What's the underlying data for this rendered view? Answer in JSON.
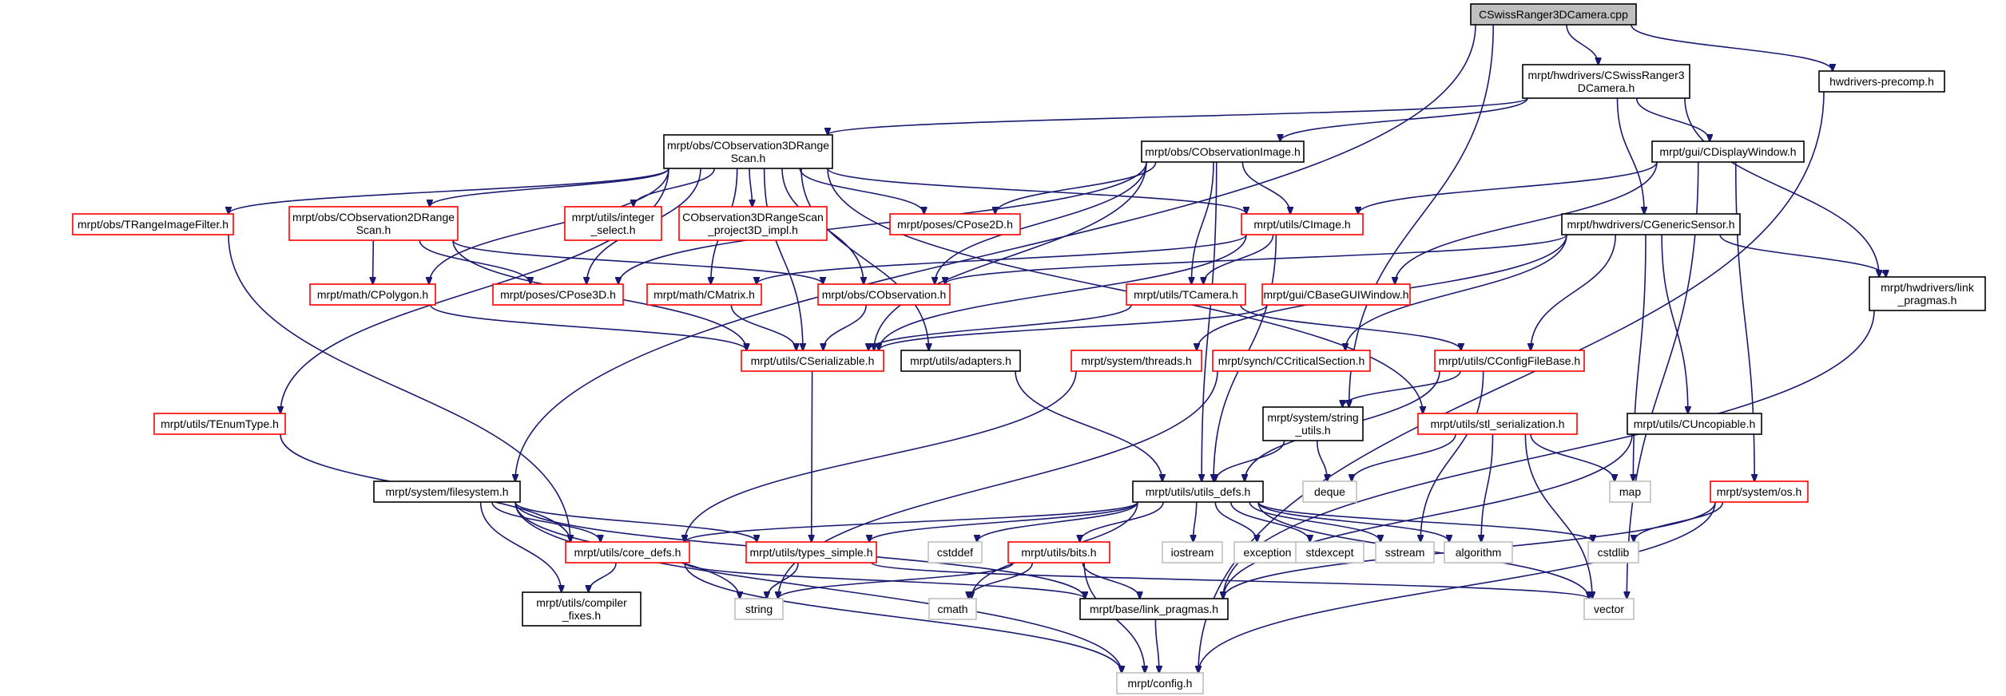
{
  "title": "CSwissRanger3DCamera.cpp",
  "colors": {
    "root_fill": "#bfbfbf",
    "documented_border": "#000000",
    "undocumented_border": "#ff0000",
    "external_border": "#bfbfbf",
    "edge": "#191970"
  },
  "nodes": {
    "root": {
      "lines": [
        "CSwissRanger3DCamera.cpp"
      ],
      "kind": "root"
    },
    "swissranger_h": {
      "lines": [
        "mrpt/hwdrivers/CSwissRanger3",
        "DCamera.h"
      ],
      "kind": "doc"
    },
    "hwdrivers_precomp": {
      "lines": [
        "hwdrivers-precomp.h"
      ],
      "kind": "doc"
    },
    "obs3d": {
      "lines": [
        "mrpt/obs/CObservation3DRange",
        "Scan.h"
      ],
      "kind": "doc"
    },
    "obsimage": {
      "lines": [
        "mrpt/obs/CObservationImage.h"
      ],
      "kind": "doc"
    },
    "displaywindow": {
      "lines": [
        "mrpt/gui/CDisplayWindow.h"
      ],
      "kind": "doc"
    },
    "genericsensor": {
      "lines": [
        "mrpt/hwdrivers/CGenericSensor.h"
      ],
      "kind": "doc"
    },
    "hw_linkpragmas": {
      "lines": [
        "mrpt/hwdrivers/link",
        "_pragmas.h"
      ],
      "kind": "doc"
    },
    "trangeimage": {
      "lines": [
        "mrpt/obs/TRangeImageFilter.h"
      ],
      "kind": "red"
    },
    "obs2d": {
      "lines": [
        "mrpt/obs/CObservation2DRange",
        "Scan.h"
      ],
      "kind": "red"
    },
    "integerselect": {
      "lines": [
        "mrpt/utils/integer",
        "_select.h"
      ],
      "kind": "red"
    },
    "project3d": {
      "lines": [
        "CObservation3DRangeScan",
        "_project3D_impl.h"
      ],
      "kind": "red"
    },
    "cpose2d": {
      "lines": [
        "mrpt/poses/CPose2D.h"
      ],
      "kind": "red"
    },
    "cimage": {
      "lines": [
        "mrpt/utils/CImage.h"
      ],
      "kind": "red"
    },
    "cpolygon": {
      "lines": [
        "mrpt/math/CPolygon.h"
      ],
      "kind": "red"
    },
    "cpose3d": {
      "lines": [
        "mrpt/poses/CPose3D.h"
      ],
      "kind": "red"
    },
    "cmatrix": {
      "lines": [
        "mrpt/math/CMatrix.h"
      ],
      "kind": "red"
    },
    "cobservation": {
      "lines": [
        "mrpt/obs/CObservation.h"
      ],
      "kind": "red"
    },
    "tcamera": {
      "lines": [
        "mrpt/utils/TCamera.h"
      ],
      "kind": "red"
    },
    "cbaseguiwindow": {
      "lines": [
        "mrpt/gui/CBaseGUIWindow.h"
      ],
      "kind": "red"
    },
    "cserializable": {
      "lines": [
        "mrpt/utils/CSerializable.h"
      ],
      "kind": "red"
    },
    "adapters": {
      "lines": [
        "mrpt/utils/adapters.h"
      ],
      "kind": "doc"
    },
    "threads": {
      "lines": [
        "mrpt/system/threads.h"
      ],
      "kind": "red"
    },
    "criticalsection": {
      "lines": [
        "mrpt/synch/CCriticalSection.h"
      ],
      "kind": "red"
    },
    "configfilebase": {
      "lines": [
        "mrpt/utils/CConfigFileBase.h"
      ],
      "kind": "red"
    },
    "tenumtype": {
      "lines": [
        "mrpt/utils/TEnumType.h"
      ],
      "kind": "red"
    },
    "string_utils": {
      "lines": [
        "mrpt/system/string",
        "_utils.h"
      ],
      "kind": "doc"
    },
    "stl_serialization": {
      "lines": [
        "mrpt/utils/stl_serialization.h"
      ],
      "kind": "red"
    },
    "cuncopiable": {
      "lines": [
        "mrpt/utils/CUncopiable.h"
      ],
      "kind": "doc"
    },
    "filesystem": {
      "lines": [
        "mrpt/system/filesystem.h"
      ],
      "kind": "doc"
    },
    "utils_defs": {
      "lines": [
        "mrpt/utils/utils_defs.h"
      ],
      "kind": "doc"
    },
    "deque": {
      "lines": [
        "deque"
      ],
      "kind": "ext"
    },
    "map": {
      "lines": [
        "map"
      ],
      "kind": "ext"
    },
    "os": {
      "lines": [
        "mrpt/system/os.h"
      ],
      "kind": "red"
    },
    "core_defs": {
      "lines": [
        "mrpt/utils/core_defs.h"
      ],
      "kind": "red"
    },
    "types_simple": {
      "lines": [
        "mrpt/utils/types_simple.h"
      ],
      "kind": "red"
    },
    "cstddef": {
      "lines": [
        "cstddef"
      ],
      "kind": "ext"
    },
    "bits": {
      "lines": [
        "mrpt/utils/bits.h"
      ],
      "kind": "red"
    },
    "iostream": {
      "lines": [
        "iostream"
      ],
      "kind": "ext"
    },
    "exception": {
      "lines": [
        "exception"
      ],
      "kind": "ext"
    },
    "stdexcept": {
      "lines": [
        "stdexcept"
      ],
      "kind": "ext"
    },
    "sstream": {
      "lines": [
        "sstream"
      ],
      "kind": "ext"
    },
    "algorithm": {
      "lines": [
        "algorithm"
      ],
      "kind": "ext"
    },
    "cstdlib": {
      "lines": [
        "cstdlib"
      ],
      "kind": "ext"
    },
    "compiler_fixes": {
      "lines": [
        "mrpt/utils/compiler",
        "_fixes.h"
      ],
      "kind": "doc"
    },
    "string": {
      "lines": [
        "string"
      ],
      "kind": "ext"
    },
    "cmath": {
      "lines": [
        "cmath"
      ],
      "kind": "ext"
    },
    "base_linkpragmas": {
      "lines": [
        "mrpt/base/link_pragmas.h"
      ],
      "kind": "doc"
    },
    "vector": {
      "lines": [
        "vector"
      ],
      "kind": "ext"
    },
    "config": {
      "lines": [
        "mrpt/config.h"
      ],
      "kind": "ext"
    }
  },
  "edges": [
    [
      "root",
      "swissranger_h"
    ],
    [
      "root",
      "hwdrivers_precomp"
    ],
    [
      "root",
      "filesystem"
    ],
    [
      "root",
      "string_utils"
    ],
    [
      "swissranger_h",
      "obs3d"
    ],
    [
      "swissranger_h",
      "obsimage"
    ],
    [
      "swissranger_h",
      "displaywindow"
    ],
    [
      "swissranger_h",
      "genericsensor"
    ],
    [
      "swissranger_h",
      "hw_linkpragmas"
    ],
    [
      "hwdrivers_precomp",
      "config"
    ],
    [
      "obs3d",
      "trangeimage"
    ],
    [
      "obs3d",
      "obs2d"
    ],
    [
      "obs3d",
      "integerselect"
    ],
    [
      "obs3d",
      "project3d"
    ],
    [
      "obs3d",
      "cpose2d"
    ],
    [
      "obs3d",
      "cimage"
    ],
    [
      "obs3d",
      "cpolygon"
    ],
    [
      "obs3d",
      "cpose3d"
    ],
    [
      "obs3d",
      "cmatrix"
    ],
    [
      "obs3d",
      "cobservation"
    ],
    [
      "obs3d",
      "cserializable"
    ],
    [
      "obs3d",
      "adapters"
    ],
    [
      "obs3d",
      "stl_serialization"
    ],
    [
      "obs3d",
      "tenumtype"
    ],
    [
      "obsimage",
      "cpose2d"
    ],
    [
      "obsimage",
      "cimage"
    ],
    [
      "obsimage",
      "cpose3d"
    ],
    [
      "obsimage",
      "cobservation"
    ],
    [
      "obsimage",
      "tcamera"
    ],
    [
      "obsimage",
      "cserializable"
    ],
    [
      "obsimage",
      "utils_defs"
    ],
    [
      "displaywindow",
      "cimage"
    ],
    [
      "displaywindow",
      "cbaseguiwindow"
    ],
    [
      "displaywindow",
      "os"
    ],
    [
      "displaywindow",
      "vector"
    ],
    [
      "genericsensor",
      "cobservation"
    ],
    [
      "genericsensor",
      "configfilebase"
    ],
    [
      "genericsensor",
      "threads"
    ],
    [
      "genericsensor",
      "criticalsection"
    ],
    [
      "genericsensor",
      "map"
    ],
    [
      "genericsensor",
      "cuncopiable"
    ],
    [
      "genericsensor",
      "hw_linkpragmas"
    ],
    [
      "hw_linkpragmas",
      "base_linkpragmas"
    ],
    [
      "trangeimage",
      "core_defs"
    ],
    [
      "obs2d",
      "cpolygon"
    ],
    [
      "obs2d",
      "cpose3d"
    ],
    [
      "obs2d",
      "cobservation"
    ],
    [
      "obs2d",
      "cserializable"
    ],
    [
      "cimage",
      "cmatrix"
    ],
    [
      "cimage",
      "tcamera"
    ],
    [
      "cimage",
      "cserializable"
    ],
    [
      "cimage",
      "utils_defs"
    ],
    [
      "cpolygon",
      "cserializable"
    ],
    [
      "cmatrix",
      "cserializable"
    ],
    [
      "cobservation",
      "cserializable"
    ],
    [
      "tcamera",
      "cserializable"
    ],
    [
      "tcamera",
      "configfilebase"
    ],
    [
      "cbaseguiwindow",
      "cserializable"
    ],
    [
      "cserializable",
      "types_simple"
    ],
    [
      "adapters",
      "utils_defs"
    ],
    [
      "threads",
      "core_defs"
    ],
    [
      "criticalsection",
      "string"
    ],
    [
      "configfilebase",
      "string_utils"
    ],
    [
      "configfilebase",
      "utils_defs"
    ],
    [
      "configfilebase",
      "sstream"
    ],
    [
      "tenumtype",
      "core_defs"
    ],
    [
      "string_utils",
      "utils_defs"
    ],
    [
      "string_utils",
      "deque"
    ],
    [
      "stl_serialization",
      "deque"
    ],
    [
      "stl_serialization",
      "map"
    ],
    [
      "stl_serialization",
      "algorithm"
    ],
    [
      "stl_serialization",
      "vector"
    ],
    [
      "cuncopiable",
      "base_linkpragmas"
    ],
    [
      "filesystem",
      "core_defs"
    ],
    [
      "filesystem",
      "types_simple"
    ],
    [
      "filesystem",
      "base_linkpragmas"
    ],
    [
      "filesystem",
      "compiler_fixes"
    ],
    [
      "filesystem",
      "string"
    ],
    [
      "filesystem",
      "config"
    ],
    [
      "utils_defs",
      "core_defs"
    ],
    [
      "utils_defs",
      "types_simple"
    ],
    [
      "utils_defs",
      "cstddef"
    ],
    [
      "utils_defs",
      "bits"
    ],
    [
      "utils_defs",
      "iostream"
    ],
    [
      "utils_defs",
      "exception"
    ],
    [
      "utils_defs",
      "stdexcept"
    ],
    [
      "utils_defs",
      "sstream"
    ],
    [
      "utils_defs",
      "algorithm"
    ],
    [
      "utils_defs",
      "cstdlib"
    ],
    [
      "utils_defs",
      "cmath"
    ],
    [
      "utils_defs",
      "vector"
    ],
    [
      "os",
      "cstdlib"
    ],
    [
      "os",
      "base_linkpragmas"
    ],
    [
      "os",
      "config"
    ],
    [
      "core_defs",
      "compiler_fixes"
    ],
    [
      "core_defs",
      "base_linkpragmas"
    ],
    [
      "core_defs",
      "config"
    ],
    [
      "types_simple",
      "string"
    ],
    [
      "types_simple",
      "vector"
    ],
    [
      "bits",
      "string"
    ],
    [
      "bits",
      "cmath"
    ],
    [
      "bits",
      "base_linkpragmas"
    ],
    [
      "bits",
      "config"
    ],
    [
      "base_linkpragmas",
      "config"
    ]
  ]
}
